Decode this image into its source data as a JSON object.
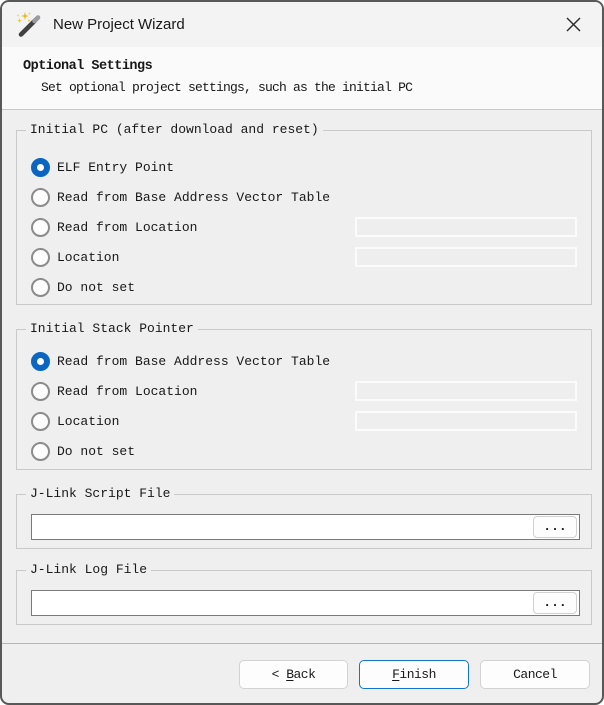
{
  "window": {
    "title": "New Project Wizard",
    "app_icon": "magic-wand-icon",
    "close_icon": "close-icon"
  },
  "header": {
    "title": "Optional Settings",
    "subtitle": "Set optional project settings, such as the initial PC"
  },
  "groups": {
    "initial_pc": {
      "title": "Initial PC (after download and reset)",
      "options": [
        {
          "label": "ELF Entry Point",
          "selected": true
        },
        {
          "label": "Read from Base Address Vector Table",
          "selected": false
        },
        {
          "label": "Read from Location",
          "selected": false,
          "field_value": "",
          "field_enabled": false
        },
        {
          "label": "Location",
          "selected": false,
          "field_value": "",
          "field_enabled": false
        },
        {
          "label": "Do not set",
          "selected": false
        }
      ]
    },
    "initial_sp": {
      "title": "Initial Stack Pointer",
      "options": [
        {
          "label": "Read from Base Address Vector Table",
          "selected": true
        },
        {
          "label": "Read from Location",
          "selected": false,
          "field_value": "",
          "field_enabled": false
        },
        {
          "label": "Location",
          "selected": false,
          "field_value": "",
          "field_enabled": false
        },
        {
          "label": "Do not set",
          "selected": false
        }
      ]
    },
    "script_file": {
      "title": "J-Link Script File",
      "value": "",
      "browse_label": "..."
    },
    "log_file": {
      "title": "J-Link Log File",
      "value": "",
      "browse_label": "..."
    }
  },
  "buttons": {
    "back": {
      "prefix": "< ",
      "accel": "B",
      "rest": "ack"
    },
    "finish": {
      "prefix": "",
      "accel": "F",
      "rest": "inish"
    },
    "cancel": {
      "label": "Cancel"
    }
  },
  "colors": {
    "accent_blue": "#0b66c2",
    "titlebar_bg": "#f3f3f3",
    "header_bg": "#fafafa",
    "body_bg": "#efefef",
    "window_border": "#585858",
    "group_border": "#c9c9c9",
    "finish_border": "#1474cc",
    "sparkle_gold": "#e8b923"
  }
}
